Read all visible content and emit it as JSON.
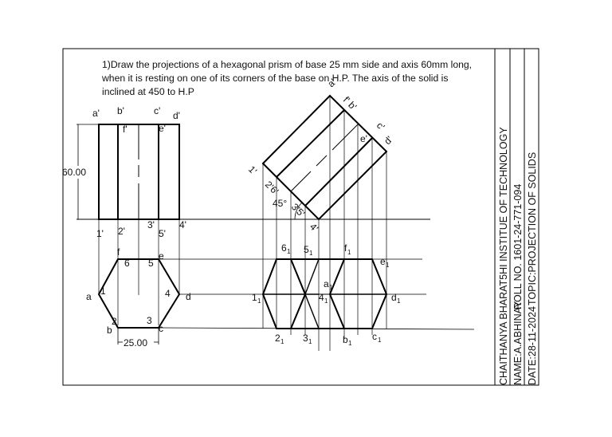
{
  "question": "1)Draw the projections of a hexagonal prism of base 25 mm side and axis 60mm long, when it is resting on one of its corners of the base on H.P. The axis of the solid is inclined at 450 to H.P",
  "title_block": {
    "college": "CHAITHANYA BHARAT5HI INSTITUE OF TECHNOLOGY",
    "name": "NAME:A.ABHINAY",
    "roll": "ROLL NO. 1601-24-771-094",
    "date": "DATE:28-11-2024",
    "topic": "TOPIC:PROJECTION OF SOLIDS"
  },
  "dimensions": {
    "height": "60.00",
    "side": "25.00",
    "angle": "45°"
  },
  "front_view_labels": {
    "a": "a'",
    "b": "b'",
    "c": "c'",
    "d": "d'",
    "e": "e'",
    "f": "f'",
    "p1": "1'",
    "p2": "2'",
    "p3": "3'",
    "p4": "4'",
    "p5": "5'"
  },
  "top_view_labels": {
    "a": "a",
    "b": "b",
    "c": "c",
    "d": "d",
    "e": "e",
    "f": "f",
    "p1": "1",
    "p2": "2",
    "p3": "3",
    "p4": "4",
    "p5": "5",
    "p6": "6"
  },
  "inclined_labels": {
    "a": "a'",
    "bf": "f' b'",
    "ce": "c'",
    "e": "e'",
    "d": "d'",
    "p1": "1'",
    "p26": "2'6'",
    "p35": "3'5'",
    "p4": "4'"
  },
  "final_labels": {
    "n6": "6",
    "s6": "1",
    "n5": "5",
    "s5": "1",
    "nf": "f",
    "sf": "1",
    "ne": "e",
    "se": "1",
    "n1": "1",
    "s1": "1",
    "na": "a",
    "sa": "1",
    "n4": "4",
    "s4": "1",
    "nd": "d",
    "sd": "1",
    "n2": "2",
    "s2": "1",
    "n3": "3",
    "s3": "1",
    "nb": "b",
    "sb": "1",
    "nc": "c",
    "sc": "1"
  }
}
